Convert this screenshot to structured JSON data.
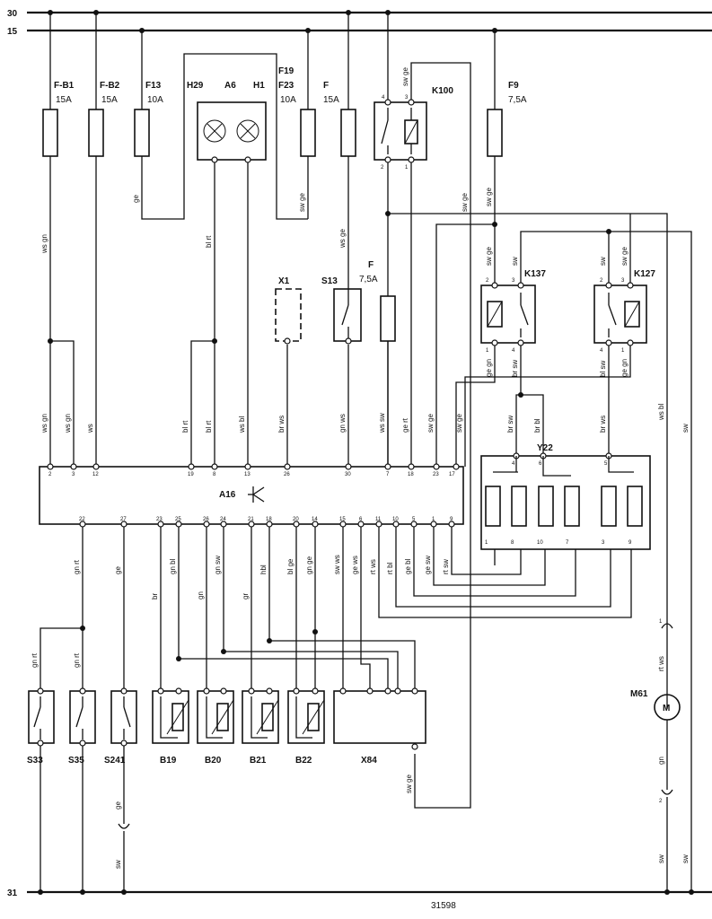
{
  "rails": {
    "r30": "30",
    "r15": "15",
    "r31": "31"
  },
  "fuses": [
    {
      "name": "F-B1",
      "rating": "15A"
    },
    {
      "name": "F-B2",
      "rating": "15A"
    },
    {
      "name": "F13",
      "rating": "10A"
    },
    {
      "name": "F19",
      "name2": "F23",
      "rating": "10A"
    },
    {
      "name": "F",
      "rating": "15A"
    },
    {
      "name": "F9",
      "rating": "7,5A"
    },
    {
      "name": "F",
      "rating": "7,5A"
    }
  ],
  "lamps": {
    "h29": "H29",
    "a6": "A6",
    "h1": "H1"
  },
  "relays": {
    "k100": "K100",
    "k137": "K137",
    "k127": "K127"
  },
  "components": {
    "x1": "X1",
    "s13": "S13",
    "a16": "A16",
    "y22": "Y22",
    "s33": "S33",
    "s35": "S35",
    "s241": "S241",
    "b19": "B19",
    "b20": "B20",
    "b21": "B21",
    "b22": "B22",
    "x84": "X84",
    "m61": "M61",
    "motor": "M"
  },
  "wire_labels": {
    "fb1": "ws gn",
    "f13": "ge",
    "a6": "bl rt",
    "f19": "sw ge",
    "f": "ws ge",
    "k100top": "sw ge",
    "k100r": "sw ge",
    "f9": "sw ge",
    "k137a": "sw ge",
    "k137b": "sw",
    "k127a": "sw",
    "k127b": "sw ge",
    "k137c": "ge gn",
    "k137d": "br sw",
    "k127c": "bl sw",
    "k127d": "ge gn",
    "a16p2": "ws gn",
    "a16p3": "ws gn",
    "a16p12": "ws",
    "a16p19": "bl rt",
    "a16p8": "bl rt",
    "a16p13": "ws bl",
    "a16p26": "br ws",
    "a16p30": "gn ws",
    "a16p7": "ws sw",
    "a16p18": "ge rt",
    "a16p23": "sw ge",
    "a16p17": "sw ge",
    "y22a": "br sw",
    "y22b": "br bl",
    "y22c": "br ws",
    "m61top": "ws bl",
    "m61right": "sw",
    "b22": "gn rt",
    "b27": "ge",
    "b23": "br",
    "b25": "gn bl",
    "b26": "gn",
    "b24": "gn sw",
    "b21": "gr",
    "b18": "hbl",
    "b20": "bl ge",
    "b14": "gn ge",
    "b15": "sw ws",
    "b6": "ge ws",
    "b11": "rt ws",
    "b10": "rt bl",
    "b5": "ge bl",
    "b1": "ge sw",
    "b9": "rt sw",
    "s33": "gn rt",
    "s35": "gn rt",
    "s241": "ge",
    "s241b": "sw",
    "x84": "sw ge",
    "m61a": "rt ws",
    "m61b": "gn",
    "m61c": "sw",
    "m61d": "sw"
  },
  "pins": {
    "k100": [
      "4",
      "3",
      "2",
      "1"
    ],
    "k137": [
      "2",
      "3",
      "1",
      "4"
    ],
    "k127": [
      "2",
      "3",
      "4",
      "1"
    ],
    "a16_top": [
      "2",
      "3",
      "12",
      "19",
      "8",
      "13",
      "26",
      "30",
      "7",
      "18",
      "23",
      "17"
    ],
    "a16_bottom": [
      "22",
      "27",
      "23",
      "25",
      "26",
      "24",
      "21",
      "18",
      "20",
      "14",
      "15",
      "6",
      "11",
      "10",
      "5",
      "1",
      "9"
    ],
    "y22_top": [
      "4",
      "6",
      "5"
    ],
    "y22_bottom": [
      "1",
      "8",
      "10",
      "7",
      "3",
      "9"
    ],
    "m61": [
      "1",
      "2"
    ]
  },
  "diagram_number": "31598"
}
